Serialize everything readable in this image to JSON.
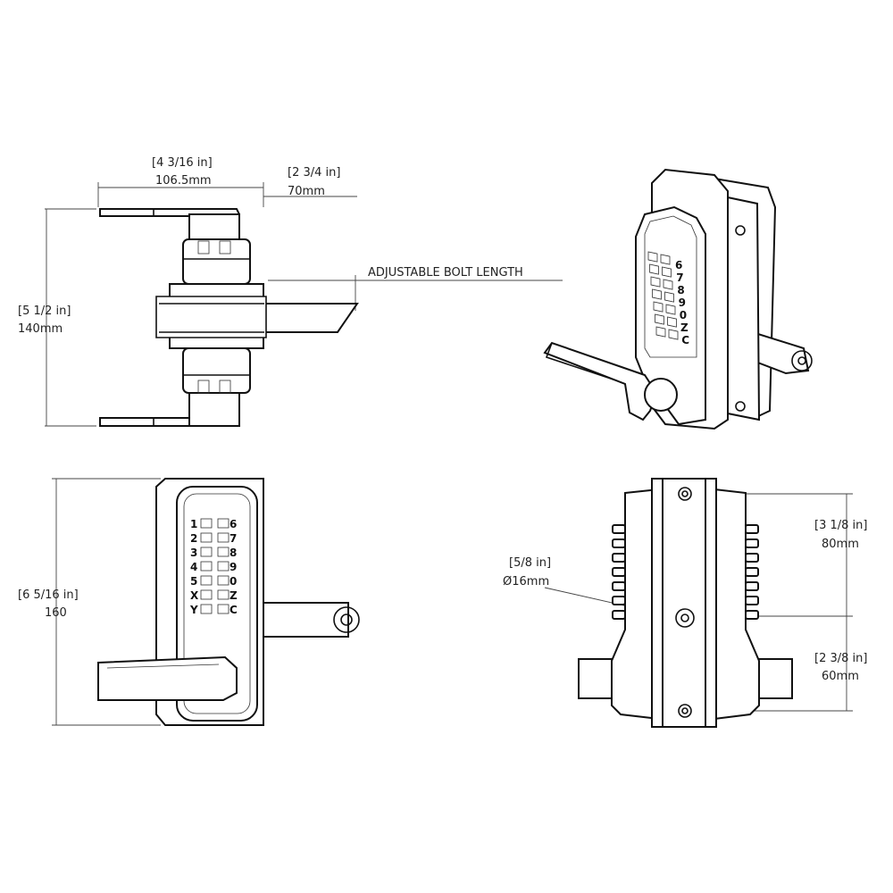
{
  "dimensions": {
    "width_in": "[4 3/16 in]",
    "width_mm": "106.5mm",
    "depth_in": "[2 3/4 in]",
    "depth_mm": "70mm",
    "height_top_in": "[5 1/2 in]",
    "height_top_mm": "140mm",
    "bolt_label": "ADJUSTABLE BOLT LENGTH",
    "height_front_in": "[6 5/16 in]",
    "height_front_mm": "160",
    "hole_in": "[5/8 in]",
    "hole_mm": "Ø16mm",
    "upper_in": "[3 1/8 in]",
    "upper_mm": "80mm",
    "lower_in": "[2 3/8 in]",
    "lower_mm": "60mm"
  },
  "keypad": {
    "left": [
      "1",
      "2",
      "3",
      "4",
      "5",
      "X",
      "Y"
    ],
    "right": [
      "6",
      "7",
      "8",
      "9",
      "0",
      "Z",
      "C"
    ]
  },
  "iso_keypad": {
    "labels": [
      "6",
      "7",
      "8",
      "9",
      "0",
      "Z",
      "C"
    ]
  }
}
